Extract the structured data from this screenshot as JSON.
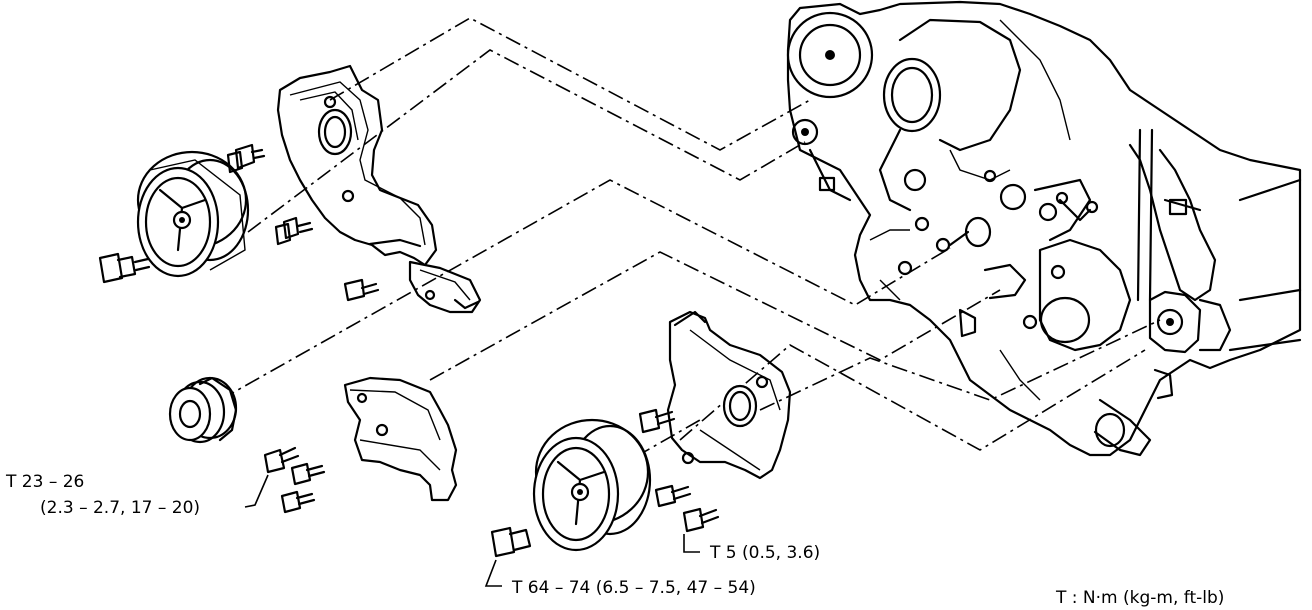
{
  "labels": {
    "torque_a_line1": "T 23 – 26",
    "torque_a_line2": "(2.3 – 2.7, 17 – 20)",
    "torque_b": "T 5 (0.5, 3.6)",
    "torque_c": "T 64 – 74 (6.5 – 7.5, 47 – 54)",
    "legend": "T : N·m (kg-m, ft-lb)"
  },
  "colors": {
    "ink": "#000000",
    "paper": "#ffffff"
  }
}
